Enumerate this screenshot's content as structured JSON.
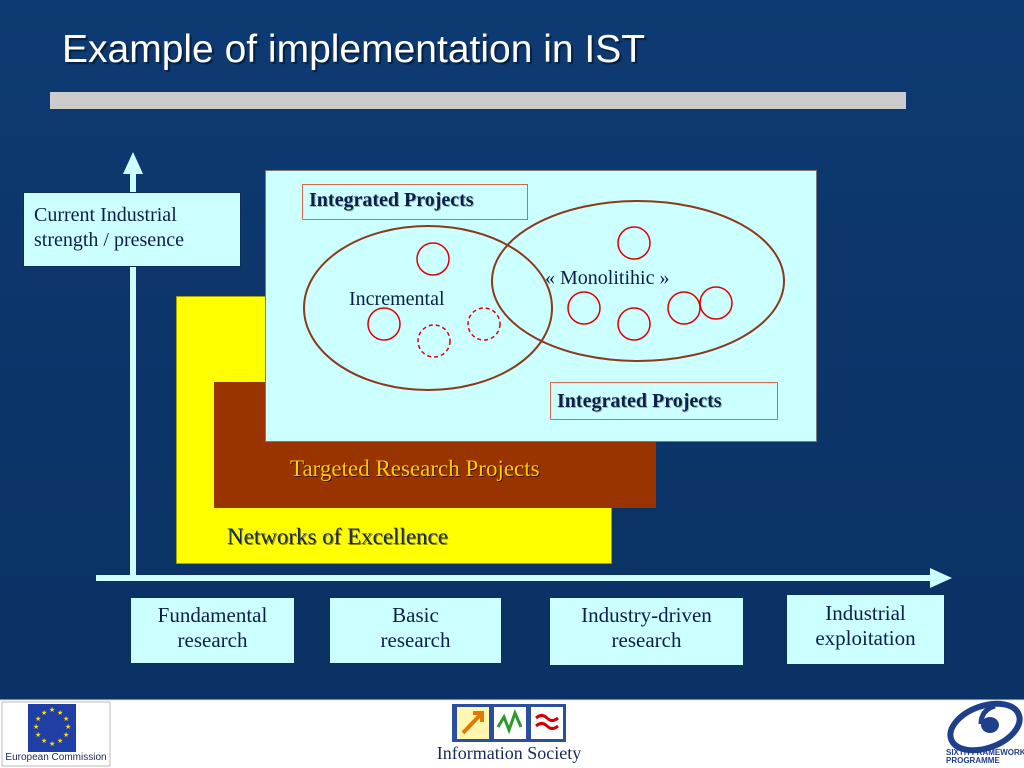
{
  "slide": {
    "title": "Example of implementation in IST"
  },
  "y_axis": {
    "label": "Current Industrial strength / presence"
  },
  "x_axis": {
    "stages": [
      "Fundamental research",
      "Basic research",
      "Industry-driven research",
      "Industrial exploitation"
    ]
  },
  "instruments": {
    "networks_of_excellence": "Networks of Excellence",
    "targeted_research_projects": "Targeted Research Projects",
    "integrated_projects_top": "Integrated Projects",
    "integrated_projects_bottom": "Integrated Projects",
    "incremental": "Incremental",
    "monolithic": "« Monolitihic »"
  },
  "footer": {
    "left_logo_caption": "European Commission",
    "center_logo_caption": "Information Society",
    "right_logo_caption_line1": "SIXTH FRAMEWORK",
    "right_logo_caption_line2": "PROGRAMME"
  },
  "colors": {
    "background": "#0b3468",
    "noe_fill": "#ffff00",
    "trp_fill": "#993300",
    "ip_panel_fill": "#ccffff",
    "label_box_fill": "#ccffff",
    "ellipse_stroke": "#8b3a1a",
    "small_circle_stroke": "#e00000",
    "axis_color": "#ccffff"
  }
}
